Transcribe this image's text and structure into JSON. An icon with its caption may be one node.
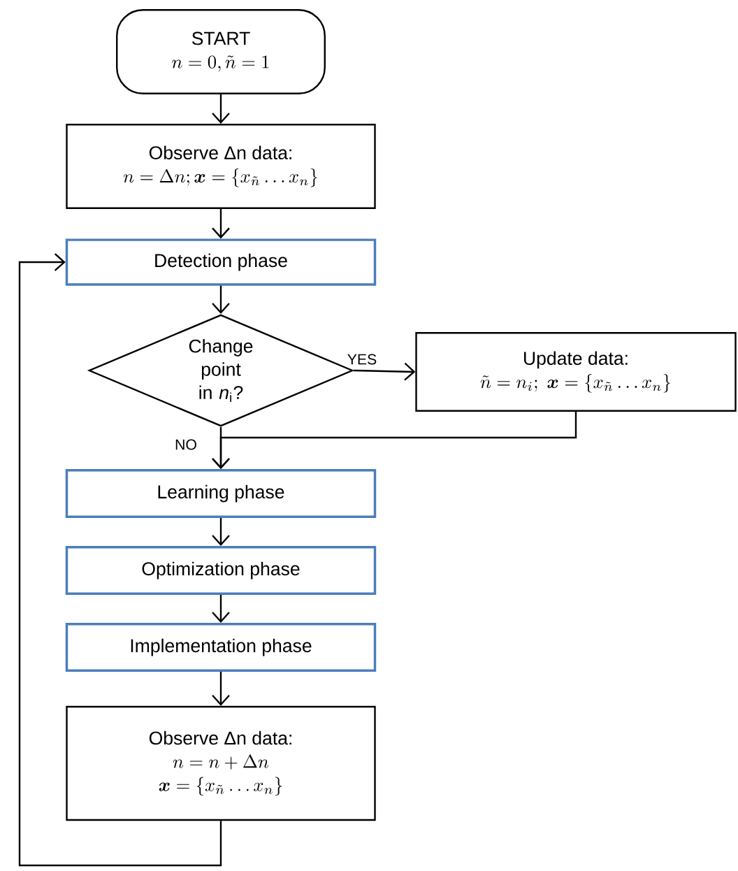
{
  "diagram": {
    "nodes": [
      {
        "text": [
          "START",
          "n = 0, \\tilde{n} = 1"
        ]
      },
      {
        "text": [
          "Observe Δn data:",
          "n = \\Delta n; \\boldsymbol{x} = \\{x_{\\tilde{n}} \\dots x_n\\}"
        ]
      },
      {
        "text": [
          "Detection phase"
        ]
      },
      {
        "text": [
          "Change point in *n*$_{i}$?"
        ]
      },
      {
        "text": [
          "Update data:",
          "\\tilde{n} = n_i;\\ \\boldsymbol{x} = \\{x_{\\tilde{n}} \\dots x_n\\}"
        ]
      },
      {
        "text": [
          "Learning phase"
        ]
      },
      {
        "text": [
          "Optimization phase"
        ]
      },
      {
        "text": [
          "Implementation phase"
        ]
      },
      {
        "text": [
          "Observe Δn data:",
          "n = n + \\Delta n",
          "\\boldsymbol{x} = \\{x_{\\tilde{n}} \\dots x_n\\}"
        ]
      }
    ],
    "edges": [
      {
        "from": 0,
        "to": 1,
        "arrow": "to"
      },
      {
        "from": 1,
        "to": 2,
        "arrow": "to"
      },
      {
        "from": 2,
        "to": 3,
        "arrow": "to"
      },
      {
        "from": 3,
        "to": 4,
        "arrow": "to",
        "label": "YES"
      },
      {
        "from": 3,
        "to": 5,
        "arrow": "to",
        "label": "NO"
      },
      {
        "from": 4,
        "to": 5,
        "arrow": "to"
      },
      {
        "from": 5,
        "to": 6,
        "arrow": "to"
      },
      {
        "from": 6,
        "to": 7,
        "arrow": "to"
      },
      {
        "from": 7,
        "to": 8,
        "arrow": "to"
      },
      {
        "from": 8,
        "to": 2,
        "arrow": "to"
      }
    ]
  }
}
